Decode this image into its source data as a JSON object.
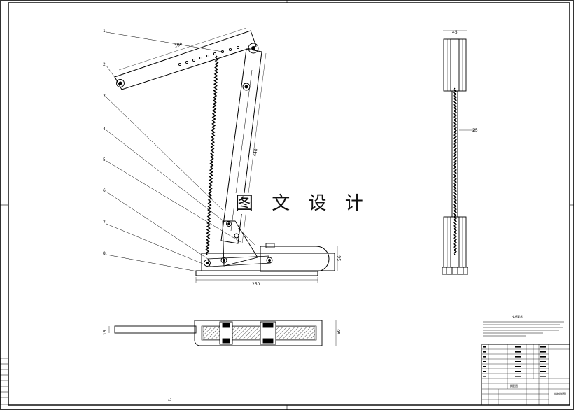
{
  "watermark": "图 文 设 计",
  "balloons": [
    "1",
    "2",
    "3",
    "4",
    "5",
    "6",
    "7",
    "8"
  ],
  "dimensions": {
    "top_arm": "186",
    "upright": "440",
    "base_length": "250",
    "base_height": "56",
    "side_width": "45",
    "side_mid": "25",
    "plan_left": "15",
    "plan_right": "50",
    "sheet_mark": "A3"
  },
  "notes_title": "技术要求",
  "title_block": {
    "drawing_name": "装配图",
    "school": "机械制图"
  }
}
